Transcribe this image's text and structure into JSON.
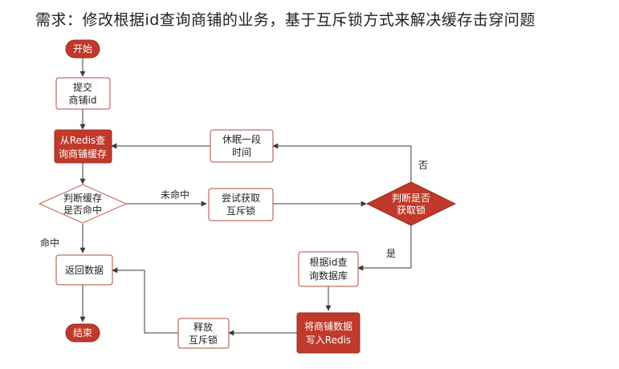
{
  "title": "需求：修改根据id查询商铺的业务，基于互斥锁方式来解决缓存击穿问题",
  "nodes": {
    "start": "开始",
    "submit": [
      "提交",
      "商铺id"
    ],
    "query_redis": [
      "从Redis查",
      "询商铺缓存"
    ],
    "cache_hit": [
      "判断缓存",
      "是否命中"
    ],
    "return_data": "返回数据",
    "end": "结束",
    "try_lock": [
      "尝试获取",
      "互斥锁"
    ],
    "lock_decision": [
      "判断是否",
      "获取锁"
    ],
    "sleep": [
      "休眠一段",
      "时间"
    ],
    "query_db": [
      "根据id查",
      "询数据库"
    ],
    "write_redis": [
      "将商铺数据",
      "写入Redis"
    ],
    "release_lock": [
      "释放",
      "互斥锁"
    ]
  },
  "edge_labels": {
    "miss": "未命中",
    "hit": "命中",
    "no": "否",
    "yes": "是"
  },
  "colors": {
    "accent": "#c0392b",
    "box_border": "#b04a42",
    "diamond_border": "#c85a50",
    "line": "#3a3a3a"
  }
}
